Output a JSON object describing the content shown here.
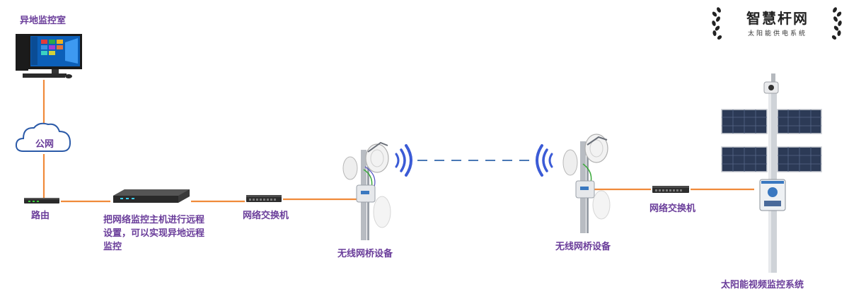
{
  "brand": {
    "title": "智慧杆网",
    "subtitle": "太阳能供电系统"
  },
  "cloud": {
    "label": "公网"
  },
  "labels": {
    "remote_room": "异地监控室",
    "router": "路由",
    "nvr_desc": "把网络监控主机进行远程设置，可以实现异地远程监控",
    "switch_left": "网络交换机",
    "bridge_left": "无线网桥设备",
    "bridge_right": "无线网桥设备",
    "switch_right": "网络交换机",
    "solar_system": "太阳能视频监控系统"
  },
  "colors": {
    "cable": "#f08a3a",
    "label": "#6a3d9a",
    "wireless_link": "#4a78b5",
    "signal": "#3b5bd6"
  },
  "icons": [
    "desktop-computer-icon",
    "cloud-icon",
    "router-icon",
    "nvr-icon",
    "network-switch-icon",
    "wireless-bridge-icon",
    "solar-pole-icon",
    "laurel-icon"
  ]
}
